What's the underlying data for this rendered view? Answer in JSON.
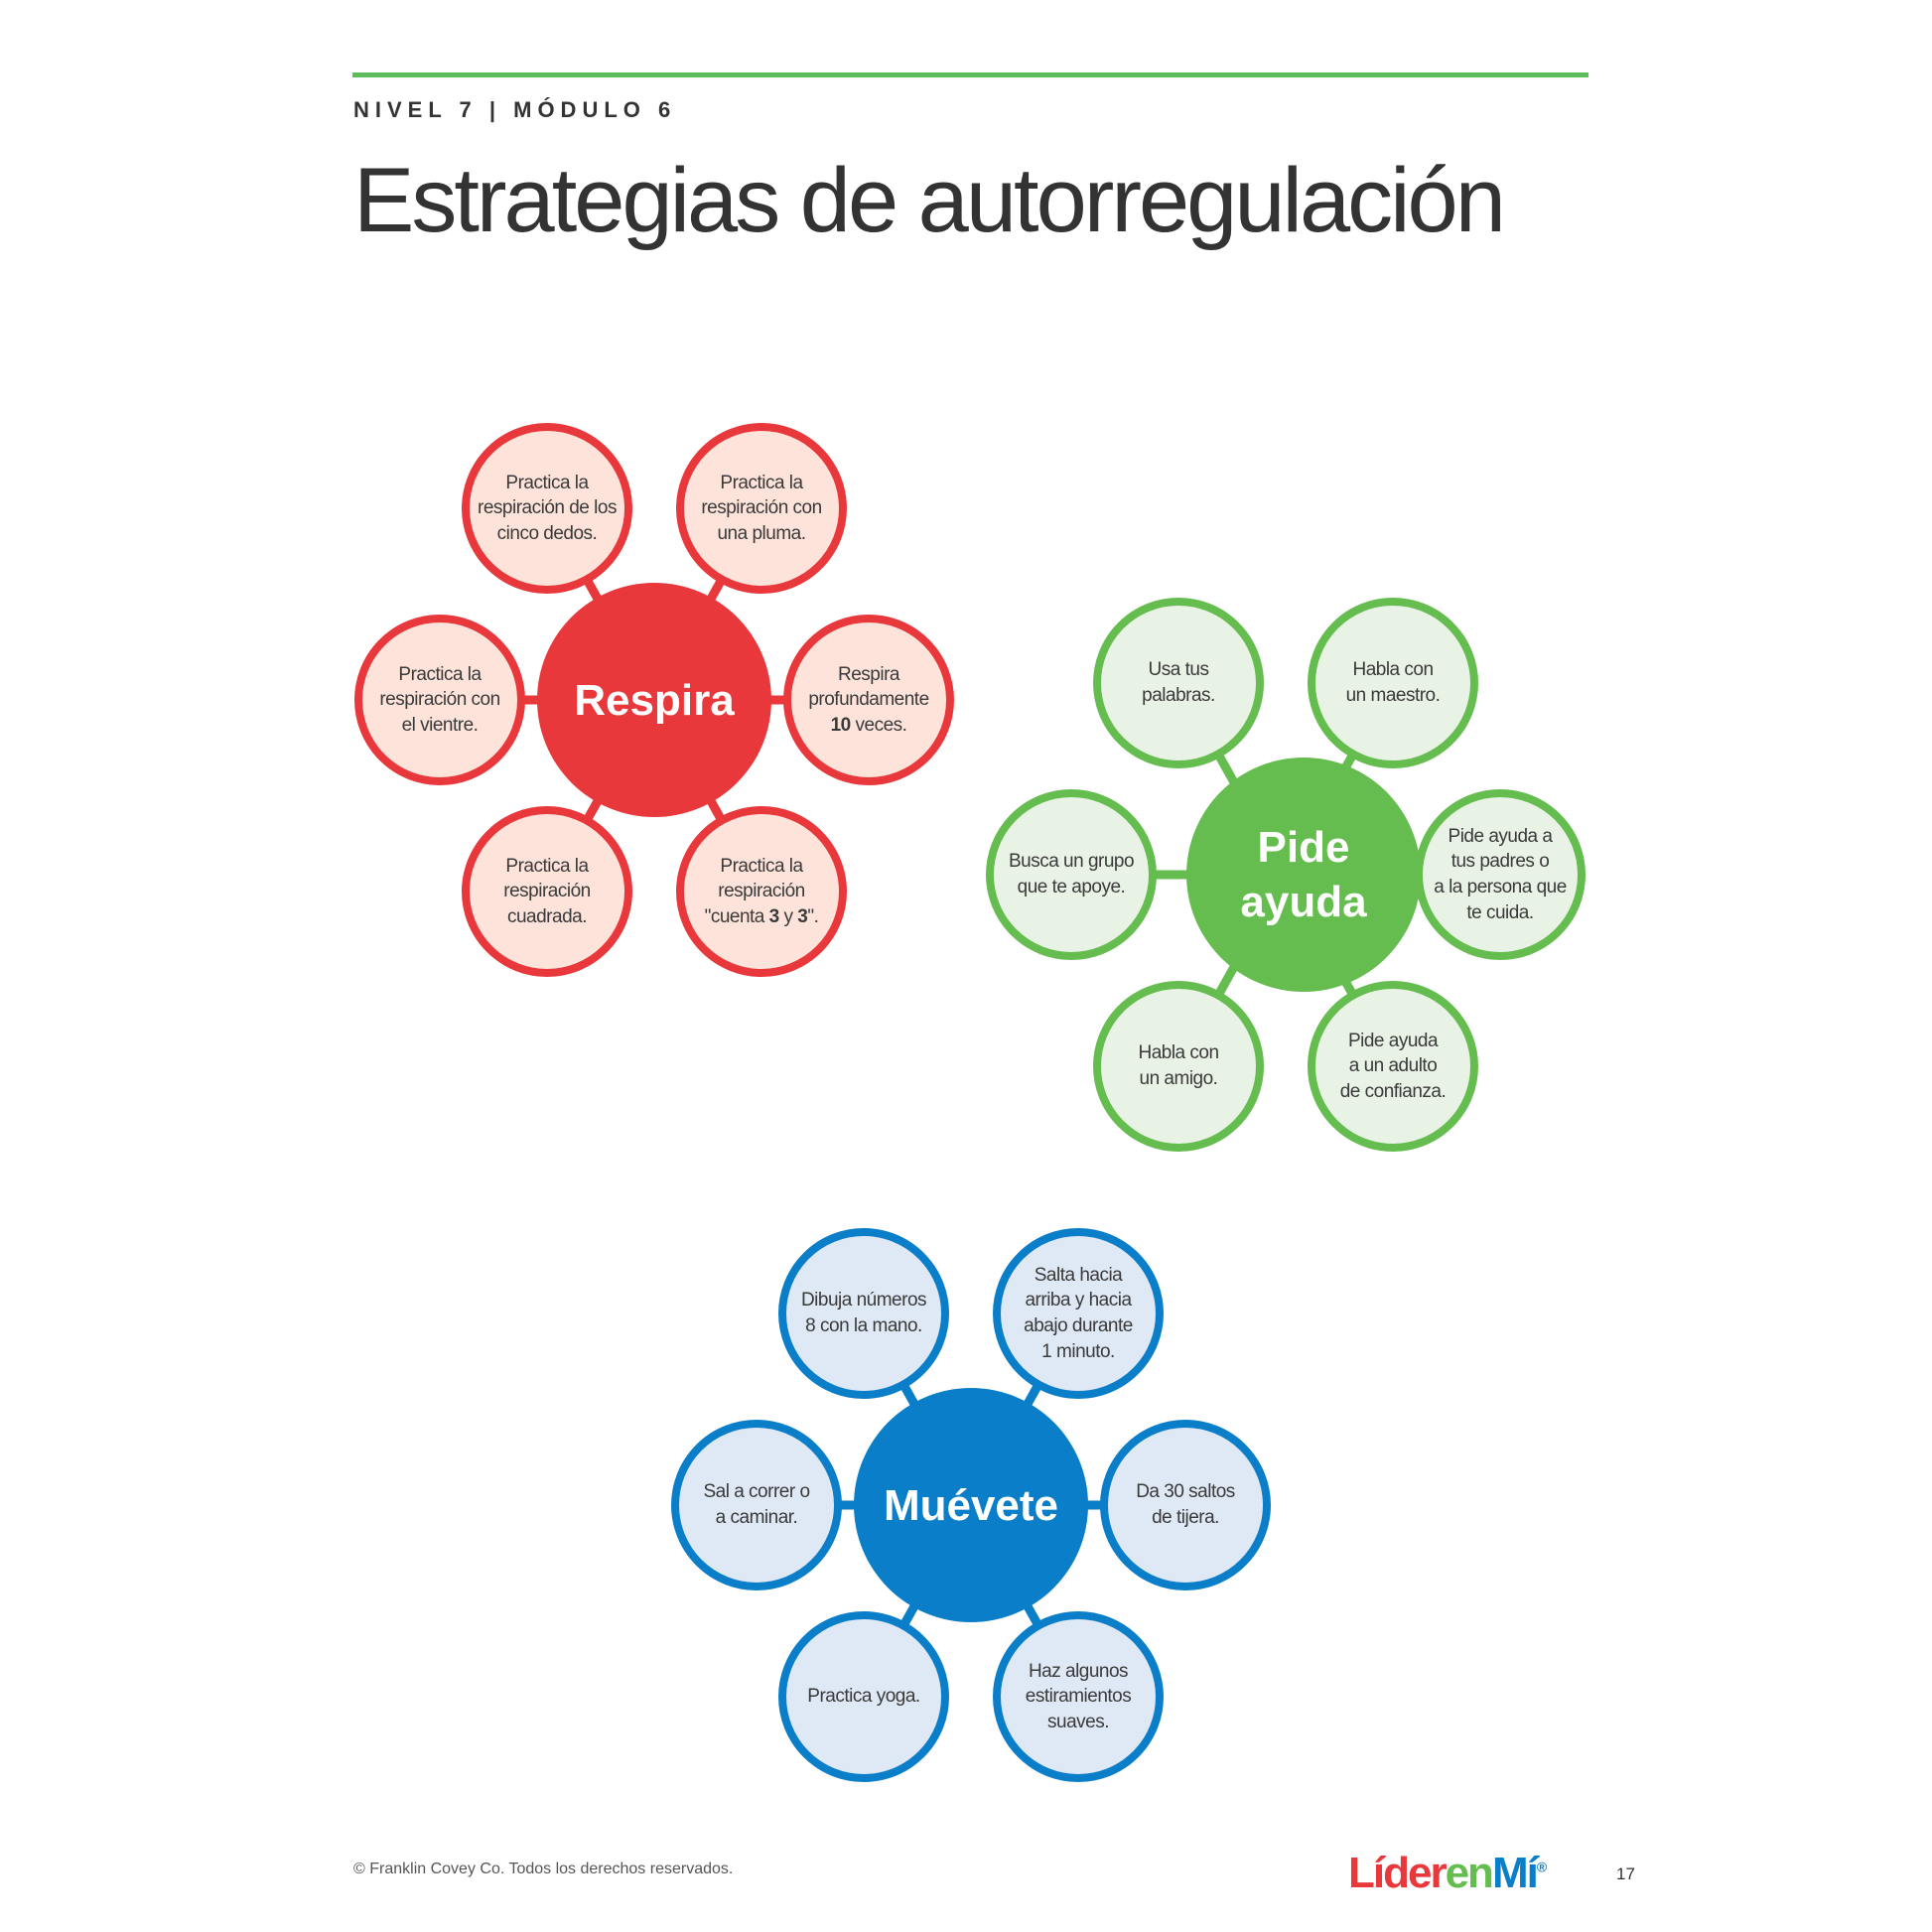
{
  "header": {
    "kicker": "NIVEL 7 | MÓDULO 6",
    "title": "Estrategias de autorregulación"
  },
  "clusters": [
    {
      "name": "respira",
      "label": "Respira",
      "color": "#e8383b",
      "fill": "#fde3da",
      "petals": [
        [
          [
            "Practica la"
          ],
          [
            "respiración de los"
          ],
          [
            "cinco dedos."
          ]
        ],
        [
          [
            "Practica la"
          ],
          [
            "respiración con"
          ],
          [
            "una pluma."
          ]
        ],
        [
          [
            "Practica la"
          ],
          [
            "respiración con"
          ],
          [
            "el vientre."
          ]
        ],
        [
          [
            "Respira"
          ],
          [
            "profundamente"
          ],
          [
            {
              "t": "10",
              "b": true
            },
            " veces."
          ]
        ],
        [
          [
            "Practica la"
          ],
          [
            "respiración"
          ],
          [
            "cuadrada."
          ]
        ],
        [
          [
            "Practica la"
          ],
          [
            "respiración"
          ],
          [
            "\"cuenta ",
            {
              "t": "3",
              "b": true
            },
            " y ",
            {
              "t": "3",
              "b": true
            },
            "\"."
          ]
        ]
      ]
    },
    {
      "name": "pide-ayuda",
      "label": "Pide ayuda",
      "color": "#66bd4f",
      "fill": "#e9f3e5",
      "petals": [
        [
          [
            "Usa tus"
          ],
          [
            "palabras."
          ]
        ],
        [
          [
            "Habla con"
          ],
          [
            "un maestro."
          ]
        ],
        [
          [
            "Busca un grupo"
          ],
          [
            "que te apoye."
          ]
        ],
        [
          [
            "Pide ayuda a"
          ],
          [
            "tus padres o"
          ],
          [
            "a la persona que"
          ],
          [
            "te cuida."
          ]
        ],
        [
          [
            "Habla con"
          ],
          [
            "un amigo."
          ]
        ],
        [
          [
            "Pide ayuda"
          ],
          [
            "a un adulto"
          ],
          [
            "de confianza."
          ]
        ]
      ]
    },
    {
      "name": "muevete",
      "label": "Muévete",
      "color": "#0a7ec8",
      "fill": "#dfe8f5",
      "petals": [
        [
          [
            "Dibuja números"
          ],
          [
            "8 con la mano."
          ]
        ],
        [
          [
            "Salta hacia"
          ],
          [
            "arriba y hacia"
          ],
          [
            "abajo durante"
          ],
          [
            "1 minuto."
          ]
        ],
        [
          [
            "Sal a correr o"
          ],
          [
            "a caminar."
          ]
        ],
        [
          [
            "Da 30 saltos"
          ],
          [
            "de tijera."
          ]
        ],
        [
          [
            "Practica yoga."
          ]
        ],
        [
          [
            "Haz algunos"
          ],
          [
            "estiramientos"
          ],
          [
            "suaves."
          ]
        ]
      ]
    }
  ],
  "footer": {
    "copyright": "© Franklin Covey Co. Todos los derechos reservados.",
    "logo": {
      "part1": "Líder",
      "part2": "en",
      "part3": "Mí",
      "mark": "®"
    },
    "page_number": "17"
  },
  "colors": {
    "logo_red": "#e8383b",
    "logo_green": "#66bd4f",
    "logo_blue": "#0a7ec8"
  }
}
